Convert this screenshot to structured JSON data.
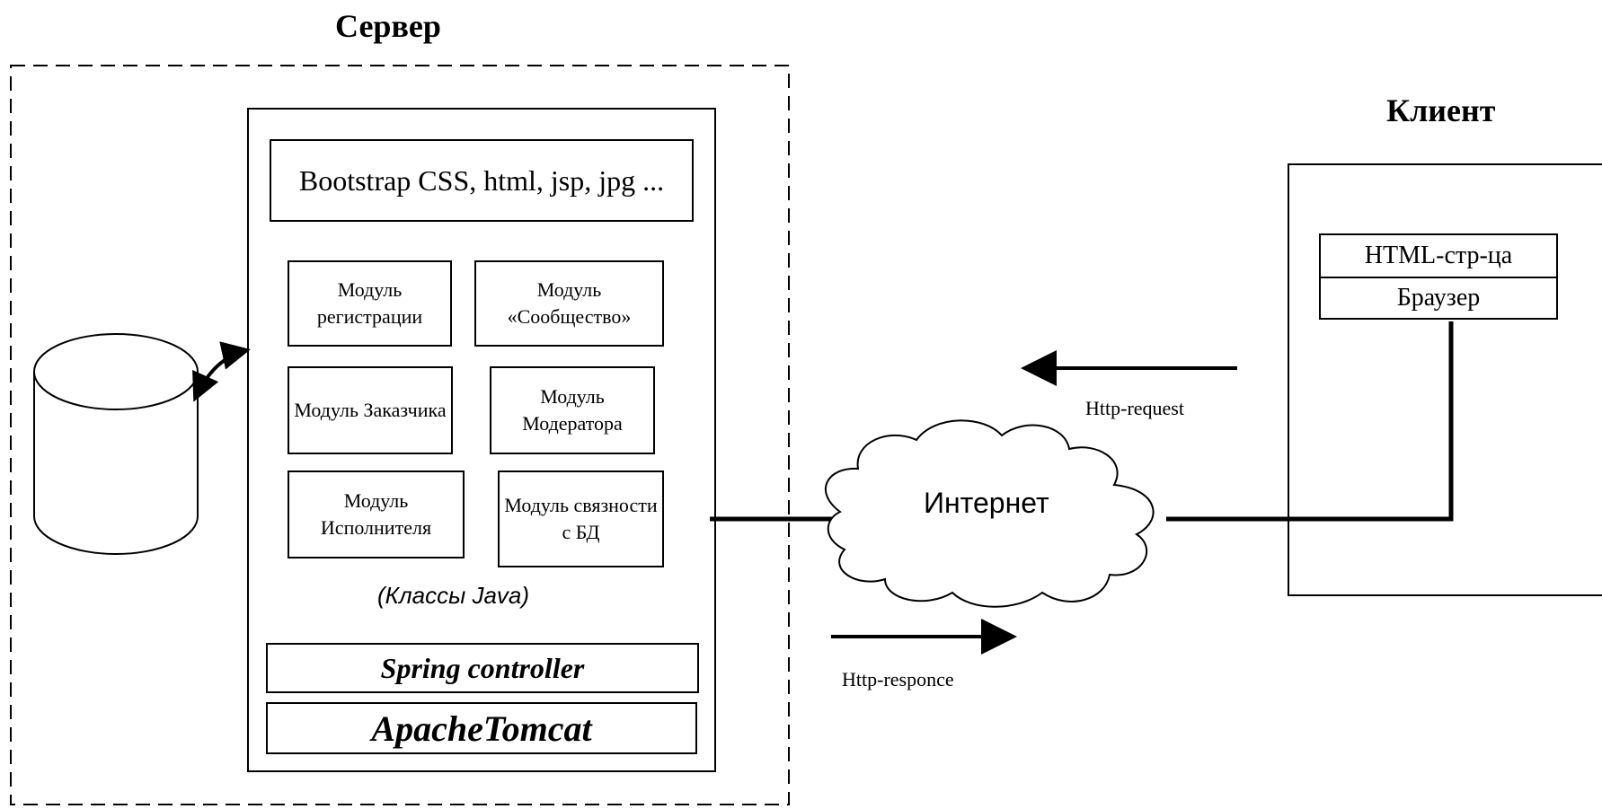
{
  "server": {
    "title": "Сервер",
    "web_resources": "Bootstrap CSS, html, jsp, jpg ...",
    "modules": [
      "Модуль регистрации",
      "Модуль «Сообщество»",
      "Модуль Заказчика",
      "Модуль Модератора",
      "Модуль Исполнителя",
      "Модуль связности с БД"
    ],
    "java_classes_note": "(Классы Java)",
    "spring_layer": "Spring controller",
    "tomcat_layer": "ApacheTomcat"
  },
  "network": {
    "internet_label": "Интернет",
    "request_label": "Http-request",
    "response_label": "Http-responce"
  },
  "client": {
    "title": "Клиент",
    "html_page": "HTML-стр-ца",
    "browser": "Браузер"
  }
}
